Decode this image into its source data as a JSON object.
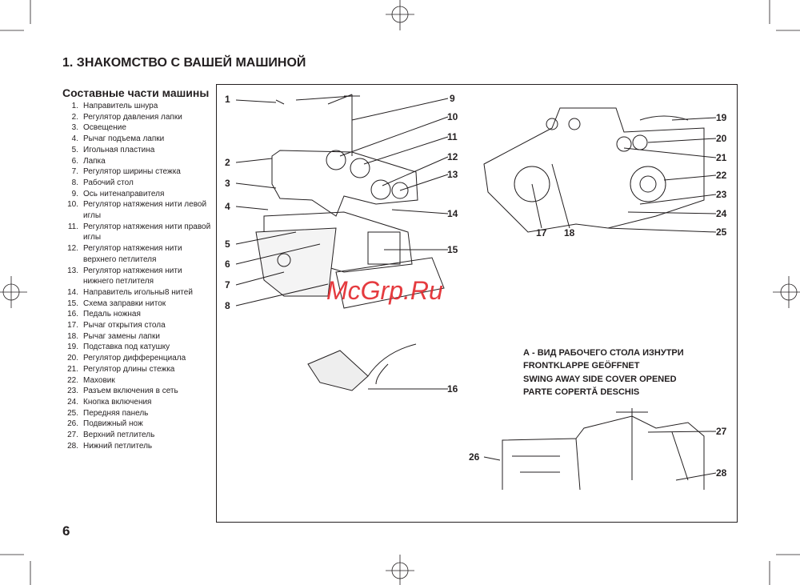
{
  "title": "1. ЗНАКОМСТВО С ВАШЕЙ МАШИНОЙ",
  "subtitle": "Составные части машины",
  "parts": [
    {
      "n": "1.",
      "t": "Направитель шнура"
    },
    {
      "n": "2.",
      "t": "Регулятор давления лапки"
    },
    {
      "n": "3.",
      "t": "Освещение"
    },
    {
      "n": "4.",
      "t": "Рычаг подъема лапки"
    },
    {
      "n": "5.",
      "t": "Игольная пластина"
    },
    {
      "n": "6.",
      "t": "Лапка"
    },
    {
      "n": "7.",
      "t": "Регулятор ширины стежка"
    },
    {
      "n": "8.",
      "t": "Рабочий стол"
    },
    {
      "n": "9.",
      "t": "Ось нитенаправителя"
    },
    {
      "n": "10.",
      "t": "Регулятор натяжения нити левой иглы"
    },
    {
      "n": "11.",
      "t": "Регулятор натяжения нити правой иглы"
    },
    {
      "n": "12.",
      "t": "Регулятор натяжения нити верхнего петлителя"
    },
    {
      "n": "13.",
      "t": "Регулятор натяжения нити нижнего петлителя"
    },
    {
      "n": "14.",
      "t": "Направитель игольны8 нитей"
    },
    {
      "n": "15.",
      "t": "Схема заправки ниток"
    },
    {
      "n": "16.",
      "t": "Педаль ножная"
    },
    {
      "n": "17.",
      "t": "Рычаг открытия стола"
    },
    {
      "n": "18.",
      "t": "Рычаг замены лапки"
    },
    {
      "n": "19.",
      "t": "Подставка под катушку"
    },
    {
      "n": "20.",
      "t": "Регулятор дифференциала"
    },
    {
      "n": "21.",
      "t": "Регулятор длины стежка"
    },
    {
      "n": "22.",
      "t": "Маховик"
    },
    {
      "n": "23.",
      "t": "Разъем включения в сеть"
    },
    {
      "n": "24.",
      "t": "Кнопка включения"
    },
    {
      "n": "25.",
      "t": "Передняя панель"
    },
    {
      "n": "26.",
      "t": "Подвижный нож"
    },
    {
      "n": "27.",
      "t": "Верхний петлитель"
    },
    {
      "n": "28.",
      "t": "Нижний петлитель"
    }
  ],
  "callouts": [
    "1",
    "2",
    "3",
    "4",
    "5",
    "6",
    "7",
    "8",
    "9",
    "10",
    "11",
    "12",
    "13",
    "14",
    "15",
    "16",
    "17",
    "18",
    "19",
    "20",
    "21",
    "22",
    "23",
    "24",
    "25",
    "26",
    "27",
    "28"
  ],
  "captions": [
    "А - ВИД РАБОЧЕГО СТОЛА ИЗНУТРИ",
    "FRONTKLAPPE GEÖFFNET",
    "SWING AWAY SIDE COVER OPENED",
    "PARTE COPERTĂ DESCHIS"
  ],
  "watermark": "McGrp.Ru",
  "page_number": "6",
  "colors": {
    "text": "#231f20",
    "watermark": "#e3262b"
  }
}
